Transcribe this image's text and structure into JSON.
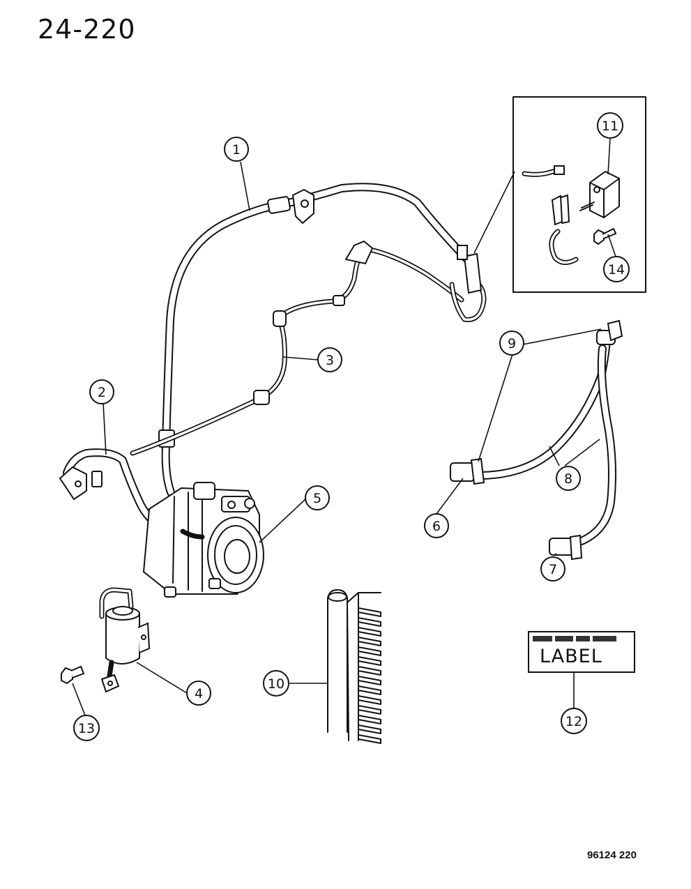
{
  "header": {
    "page_number": "24-220"
  },
  "footer": {
    "figure_code": "96124  220"
  },
  "callouts": [
    {
      "id": "1",
      "text": "1"
    },
    {
      "id": "2",
      "text": "2"
    },
    {
      "id": "3",
      "text": "3"
    },
    {
      "id": "4",
      "text": "4"
    },
    {
      "id": "5",
      "text": "5"
    },
    {
      "id": "6",
      "text": "6"
    },
    {
      "id": "7",
      "text": "7"
    },
    {
      "id": "8",
      "text": "8"
    },
    {
      "id": "9",
      "text": "9"
    },
    {
      "id": "10",
      "text": "10"
    },
    {
      "id": "11",
      "text": "11"
    },
    {
      "id": "12",
      "text": "12"
    },
    {
      "id": "13",
      "text": "13"
    },
    {
      "id": "14",
      "text": "14"
    }
  ],
  "label_part": {
    "text": "LABEL"
  }
}
